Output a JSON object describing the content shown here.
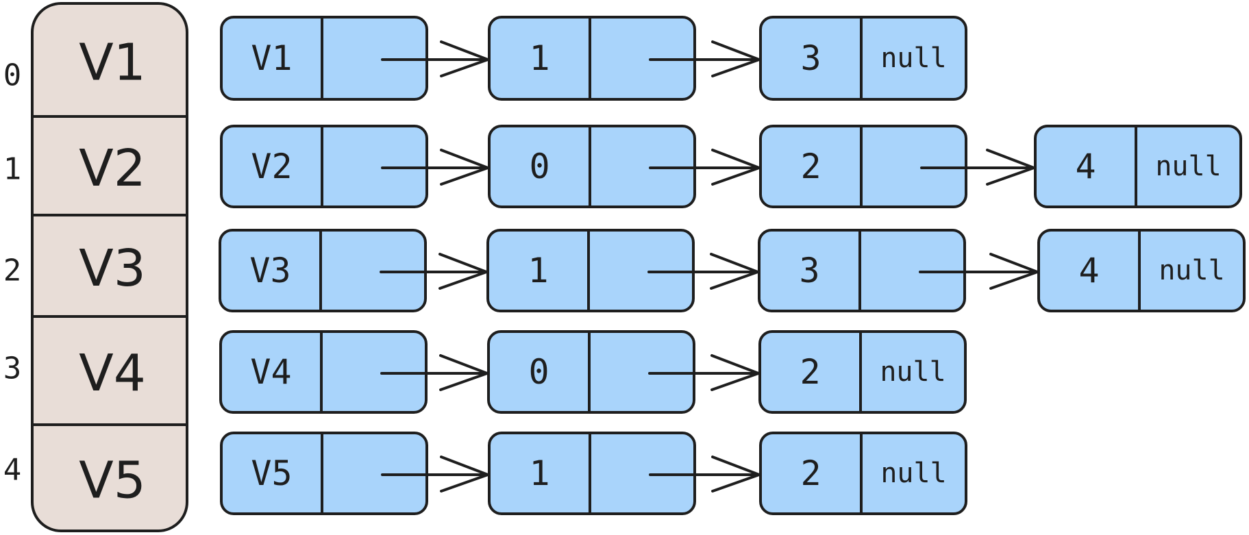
{
  "colors": {
    "array_fill": "#e8ddd7",
    "node_fill": "#a9d4fb",
    "stroke": "#1e1e1e"
  },
  "indices": [
    "0",
    "1",
    "2",
    "3",
    "4"
  ],
  "vertices": [
    "V1",
    "V2",
    "V3",
    "V4",
    "V5"
  ],
  "lists": [
    {
      "head": "V1",
      "nodes": [
        "1",
        "3"
      ],
      "terminator": "null"
    },
    {
      "head": "V2",
      "nodes": [
        "0",
        "2",
        "4"
      ],
      "terminator": "null"
    },
    {
      "head": "V3",
      "nodes": [
        "1",
        "3",
        "4"
      ],
      "terminator": "null"
    },
    {
      "head": "V4",
      "nodes": [
        "0",
        "2"
      ],
      "terminator": "null"
    },
    {
      "head": "V5",
      "nodes": [
        "1",
        "2"
      ],
      "terminator": "null"
    }
  ]
}
